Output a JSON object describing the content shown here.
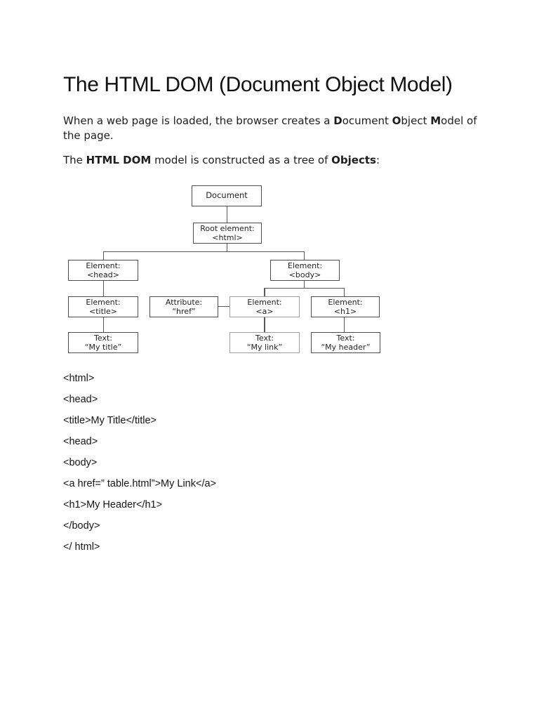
{
  "document": {
    "title": "The HTML DOM (Document Object Model)",
    "intro": {
      "line1": [
        "When a web page is loaded, the browser creates a ",
        "D",
        "ocument ",
        "O",
        "bject ",
        "M",
        "odel of"
      ],
      "line2": "the page."
    },
    "tree_sentence": [
      "The ",
      "HTML DOM",
      " model is constructed as a tree of ",
      "Objects",
      ":"
    ]
  },
  "diagram": {
    "nodes": {
      "document": {
        "line1": "Document"
      },
      "root": {
        "line1": "Root element:",
        "line2": "<html>"
      },
      "head": {
        "line1": "Element:",
        "line2": "<head>"
      },
      "body": {
        "line1": "Element:",
        "line2": "<body>"
      },
      "title": {
        "line1": "Element:",
        "line2": "<title>"
      },
      "attr": {
        "line1": "Attribute:",
        "line2": "“href”"
      },
      "a": {
        "line1": "Element:",
        "line2": "<a>"
      },
      "h1": {
        "line1": "Element:",
        "line2": "<h1>"
      },
      "text_title": {
        "line1": "Text:",
        "line2": "“My title”"
      },
      "text_link": {
        "line1": "Text:",
        "line2": "“My link”"
      },
      "text_header": {
        "line1": "Text:",
        "line2": "“My header”"
      }
    }
  },
  "code": {
    "lines": [
      "<html>",
      "<head>",
      "<title>My Title</title>",
      "<head>",
      "<body>",
      "<a href=” table.html”>My Link</a>",
      "<h1>My Header</h1>",
      "</body>",
      "</ html>"
    ]
  },
  "colors": {
    "line": "#575757",
    "box_border": "#4d4d4d",
    "box_border_light": "#9e9e9e"
  }
}
